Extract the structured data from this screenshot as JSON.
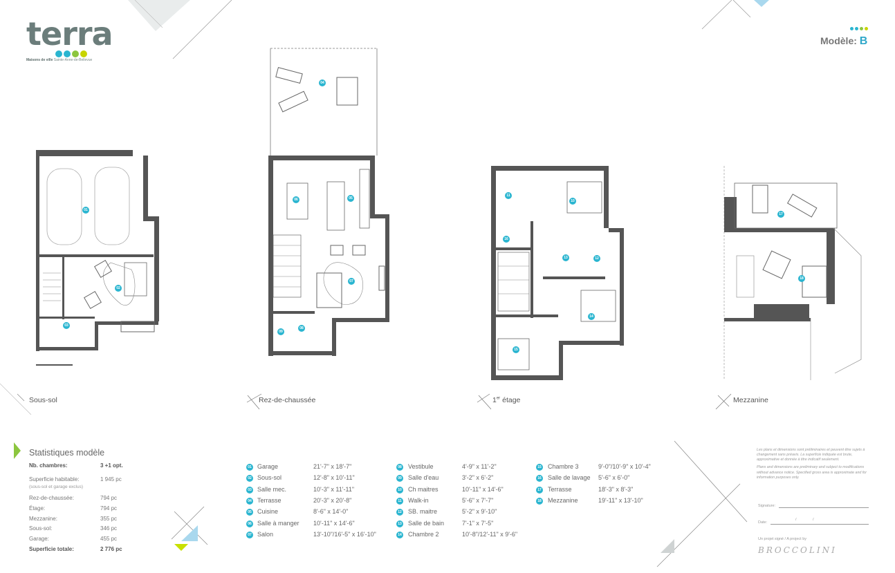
{
  "brand": {
    "name": "terra",
    "tagline_bold": "Maisons de ville",
    "tagline": "Sainte-Anne-de-Bellevue",
    "dot_colors": [
      "#2ab5d0",
      "#2ab5d0",
      "#8cc63f",
      "#c8d400"
    ]
  },
  "header": {
    "dot_colors": [
      "#2ab5d0",
      "#2ab5d0",
      "#8cc63f",
      "#c8d400"
    ],
    "model_label": "Modèle:",
    "model_letter": "B"
  },
  "floors": {
    "basement": {
      "label": "Sous-sol",
      "room_numbers": [
        "01",
        "02",
        "03"
      ]
    },
    "ground": {
      "label": "Rez-de-chaussée",
      "room_numbers": [
        "04",
        "05",
        "06",
        "07",
        "08",
        "09"
      ]
    },
    "first": {
      "label": "1",
      "label_sup": "er",
      "label_rest": " étage",
      "room_numbers": [
        "10",
        "11",
        "12",
        "13",
        "14",
        "15",
        "16"
      ]
    },
    "mezzanine": {
      "label": "Mezzanine",
      "room_numbers": [
        "17",
        "18"
      ]
    }
  },
  "stats": {
    "title": "Statistiques modèle",
    "rows": [
      {
        "label": "Nb. chambres:",
        "value": "3 +1 opt.",
        "bold": true
      },
      {
        "label": "Superficie habitable:",
        "value": "1 945 pc",
        "note": "(sous-sol et garage exclus)"
      },
      {
        "label": "Rez-de-chaussée:",
        "value": "794 pc"
      },
      {
        "label": "Étage:",
        "value": "794 pc"
      },
      {
        "label": "Mezzanine:",
        "value": "355 pc"
      },
      {
        "label": "Sous-sol:",
        "value": "346 pc"
      },
      {
        "label": "Garage:",
        "value": "455 pc"
      },
      {
        "label": "Superficie totale:",
        "value": "2 776 pc",
        "bold": true
      }
    ]
  },
  "rooms": [
    {
      "num": "01",
      "name": "Garage",
      "dim": "21'-7\" x 18'-7\""
    },
    {
      "num": "02",
      "name": "Sous-sol",
      "dim": "12'-8\" x 10'-11\""
    },
    {
      "num": "03",
      "name": "Salle mec.",
      "dim": "10'-3\" x 11'-11\""
    },
    {
      "num": "04",
      "name": "Terrasse",
      "dim": "20'-3\" x 20'-8\""
    },
    {
      "num": "05",
      "name": "Cuisine",
      "dim": "8'-6\" x 14'-0\""
    },
    {
      "num": "06",
      "name": "Salle à manger",
      "dim": "10'-11\" x 14'-6\""
    },
    {
      "num": "07",
      "name": "Salon",
      "dim": "13'-10\"/16'-5\" x 16'-10\""
    },
    {
      "num": "08",
      "name": "Vestibule",
      "dim": "4'-9\" x 11'-2\""
    },
    {
      "num": "09",
      "name": "Salle d'eau",
      "dim": "3'-2\" x 6'-2\""
    },
    {
      "num": "10",
      "name": "Ch maitres",
      "dim": "10'-11\" x 14'-6\""
    },
    {
      "num": "11",
      "name": "Walk-in",
      "dim": "5'-6\" x 7'-7\""
    },
    {
      "num": "12",
      "name": "SB. maitre",
      "dim": "5'-2\" x 9'-10\""
    },
    {
      "num": "13",
      "name": "Salle de bain",
      "dim": "7'-1\" x 7'-5\""
    },
    {
      "num": "14",
      "name": "Chambre 2",
      "dim": "10'-8\"/12'-11\" x 9'-6\""
    },
    {
      "num": "15",
      "name": "Chambre 3",
      "dim": "9'-0\"/10'-9\" x 10'-4\""
    },
    {
      "num": "16",
      "name": "Salle de lavage",
      "dim": "5'-6\" x 6'-0\""
    },
    {
      "num": "17",
      "name": "Terrasse",
      "dim": "18'-3\" x 8'-3\""
    },
    {
      "num": "18",
      "name": "Mezzanine",
      "dim": "19'-11\" x 13'-10\""
    }
  ],
  "disclaimer": {
    "fr": "Les plans et dimensions sont préliminaires et peuvent être sujets à changement sans préavis. La superficie indiquée est brute, approximative et donnée à titre indicatif seulement.",
    "en": "Plans and dimensions are preliminary and subject to modifications without advance notice. Specified gross area is approximate and for information purposes only."
  },
  "signature": {
    "signature_label": "Signature:",
    "date_label": "Date:",
    "date_sep": "/"
  },
  "credit": {
    "line": "Un projet signé  /  A project by",
    "company": "BROCCOLINI"
  }
}
